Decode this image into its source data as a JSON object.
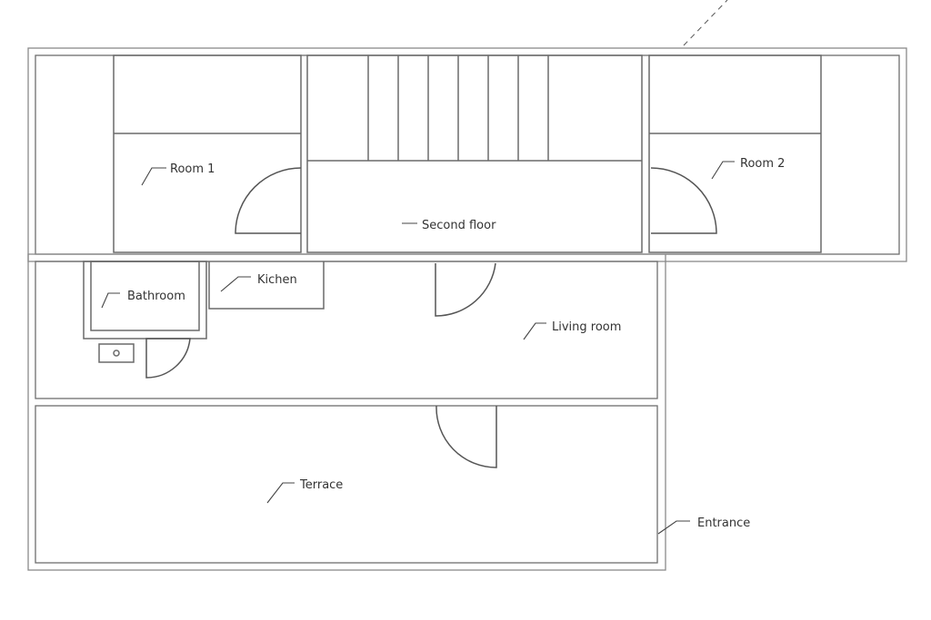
{
  "floor_plan": {
    "labels": {
      "room1": "Room 1",
      "room2": "Room 2",
      "second_floor": "Second floor",
      "bathroom": "Bathroom",
      "kitchen": "Kichen",
      "living_room": "Living room",
      "terrace": "Terrace",
      "entrance": "Entrance"
    },
    "colors": {
      "walls": "#8a8a8a",
      "lines": "#6a6a6a",
      "text": "#333333",
      "background": "#ffffff"
    }
  }
}
